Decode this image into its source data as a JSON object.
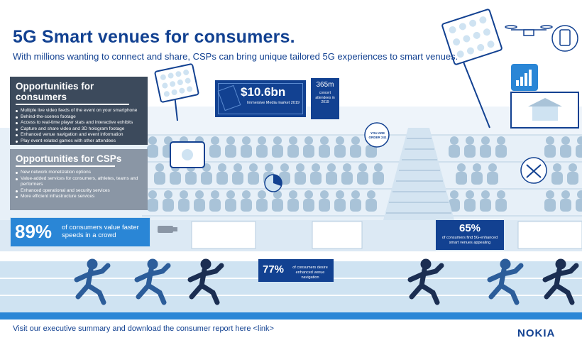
{
  "header": {
    "title": "5G Smart venues for consumers.",
    "subtitle": "With millions wanting to connect and share, CSPs can bring unique tailored 5G experiences to smart venues."
  },
  "consumers_panel": {
    "heading": "Opportunities for consumers",
    "items": [
      "Multiple live video feeds of the event on your smartphone",
      "Behind-the-scenes footage",
      "Access to real-time player stats and interactive exhibits",
      "Capture and share video and 3D hologram footage",
      "Enhanced venue navigation and event information",
      "Play event-related games with other attendees"
    ]
  },
  "csps_panel": {
    "heading": "Opportunities for CSPs",
    "items": [
      "New network monetization options",
      "Value-added services for consumers, athletes, teams and performers",
      "Enhanced operational and security services",
      "More efficient infrastructure services"
    ]
  },
  "stats": {
    "immersive": {
      "value": "$10.6bn",
      "label": "Immersive Media market 2019"
    },
    "concert": {
      "value": "365m",
      "label": "concert attendees in 2019"
    },
    "speed": {
      "value": "89%",
      "label": "of consumers value faster speeds in a crowd"
    },
    "appealing": {
      "value": "65%",
      "label": "of consumers find 5G-enhanced smart venues appealing"
    },
    "navigation": {
      "value": "77%",
      "label": "of consumers desire enhanced venue navigation"
    }
  },
  "scene": {
    "order_sign": "YOU ARE ORDER 241"
  },
  "footer": {
    "cta": "Visit our executive summary and download the consumer report here <link>",
    "brand": "NOKIA"
  },
  "colors": {
    "brand_blue": "#124191",
    "accent_blue": "#2a86d6",
    "light_blue": "#cfe3f2",
    "panel_dark": "#3c4a5c",
    "panel_light": "#8a96a5",
    "crowd": "#a9c3d8",
    "runner": "#2c5d9a",
    "runner_dark": "#1b2e52"
  }
}
